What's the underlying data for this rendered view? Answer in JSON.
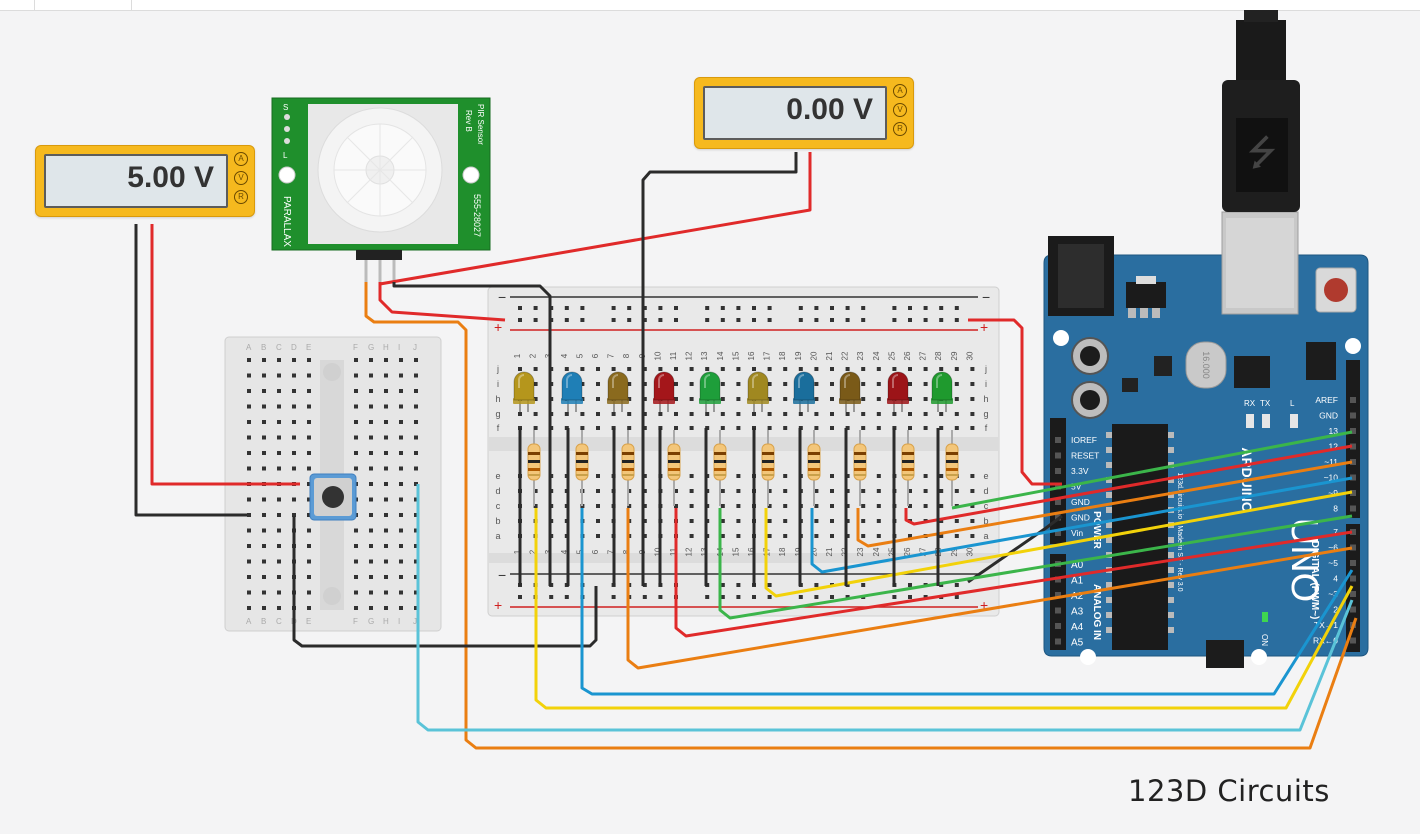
{
  "canvas": {
    "toolbar_segments": 3
  },
  "multimeters": [
    {
      "name": "multimeter-left",
      "reading": "5.00 V",
      "buttons": [
        "A",
        "V",
        "R"
      ]
    },
    {
      "name": "multimeter-top",
      "reading": "0.00 V",
      "buttons": [
        "A",
        "V",
        "R"
      ]
    }
  ],
  "pir_sensor": {
    "brand": "PARALLAX",
    "title": "PIR Sensor",
    "revision": "Rev B",
    "part_number": "555-28027",
    "pin_labels": [
      "S",
      "",
      "",
      "L"
    ]
  },
  "breadboard_main": {
    "rail_minus": "−",
    "rail_plus": "+",
    "row_letters_top": [
      "j",
      "i",
      "h",
      "g",
      "f"
    ],
    "row_letters_bottom": [
      "e",
      "d",
      "c",
      "b",
      "a"
    ],
    "column_count": 30
  },
  "breadboard_small": {
    "columns": [
      "A",
      "B",
      "C",
      "D",
      "E",
      "F",
      "G",
      "H",
      "I",
      "J"
    ],
    "rows": 17
  },
  "leds": [
    {
      "color": "#b5961c"
    },
    {
      "color": "#1f7fb6"
    },
    {
      "color": "#8a6a1e"
    },
    {
      "color": "#a4161a"
    },
    {
      "color": "#1e9e3a"
    },
    {
      "color": "#a08820"
    },
    {
      "color": "#1a6e9c"
    },
    {
      "color": "#7a5a18"
    },
    {
      "color": "#9c1418"
    },
    {
      "color": "#1f9a2e"
    }
  ],
  "arduino": {
    "model": "UNO",
    "brand": "ARDUINO",
    "power_header_label": "POWER",
    "analog_header_label": "ANALOG IN",
    "digital_header_label": "DIGITAL (PWM~)",
    "power_pins": [
      "IOREF",
      "RESET",
      "3.3V",
      "5V",
      "GND",
      "GND",
      "Vin"
    ],
    "analog_pins": [
      "A0",
      "A1",
      "A2",
      "A3",
      "A4",
      "A5"
    ],
    "digital_pins_top": [
      "AREF",
      "GND",
      "13",
      "12",
      "~11",
      "~10",
      "~9",
      "8"
    ],
    "digital_pins_bottom": [
      "7",
      "~6",
      "~5",
      "4",
      "~3",
      "2",
      "TX→1",
      "RX←0"
    ],
    "led_labels": [
      "RX",
      "TX",
      "L",
      "ON"
    ],
    "crystal_label": "16.000",
    "footprint_text": "123d.circuits.io - Made in SF - Rev 3.0"
  },
  "credit": "123D Circuits",
  "colors": {
    "red_wire": "#e02a2a",
    "black_wire": "#2b2b2b",
    "orange_wire": "#ea7e12",
    "yellow_wire": "#f2d20a",
    "blue_wire": "#1a95d0",
    "cyan_wire": "#5ac3d8",
    "green_wire": "#3bb54a",
    "arduino_blue": "#2a6ea0",
    "pir_green": "#1f8f2c",
    "meter_yellow": "#f6b91e"
  }
}
